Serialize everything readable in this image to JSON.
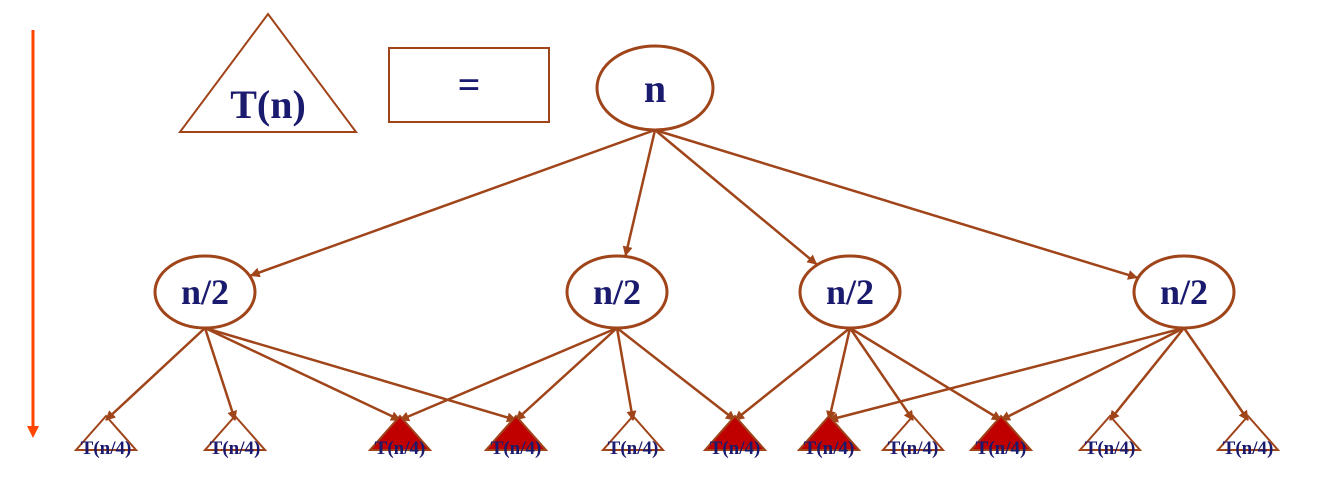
{
  "legend": {
    "triangle_label": "T(n)",
    "equals_label": "="
  },
  "tree": {
    "root_label": "n",
    "level1_labels": [
      "n/2",
      "n/2",
      "n/2",
      "n/2"
    ],
    "level2_labels": [
      "T(n/4)",
      "T(n/4)",
      "T(n/4)",
      "T(n/4)",
      "T(n/4)",
      "T(n/4)",
      "T(n/4)",
      "T(n/4)",
      "T(n/4)",
      "T(n/4)",
      "T(n/4)"
    ],
    "level2_filled": [
      false,
      false,
      true,
      true,
      false,
      true,
      true,
      false,
      true,
      false,
      false
    ]
  },
  "colors": {
    "stroke": "#a0441a",
    "text": "#1a1a6e",
    "fill_shared": "#c00000",
    "arrow_left": "#ff4500"
  }
}
